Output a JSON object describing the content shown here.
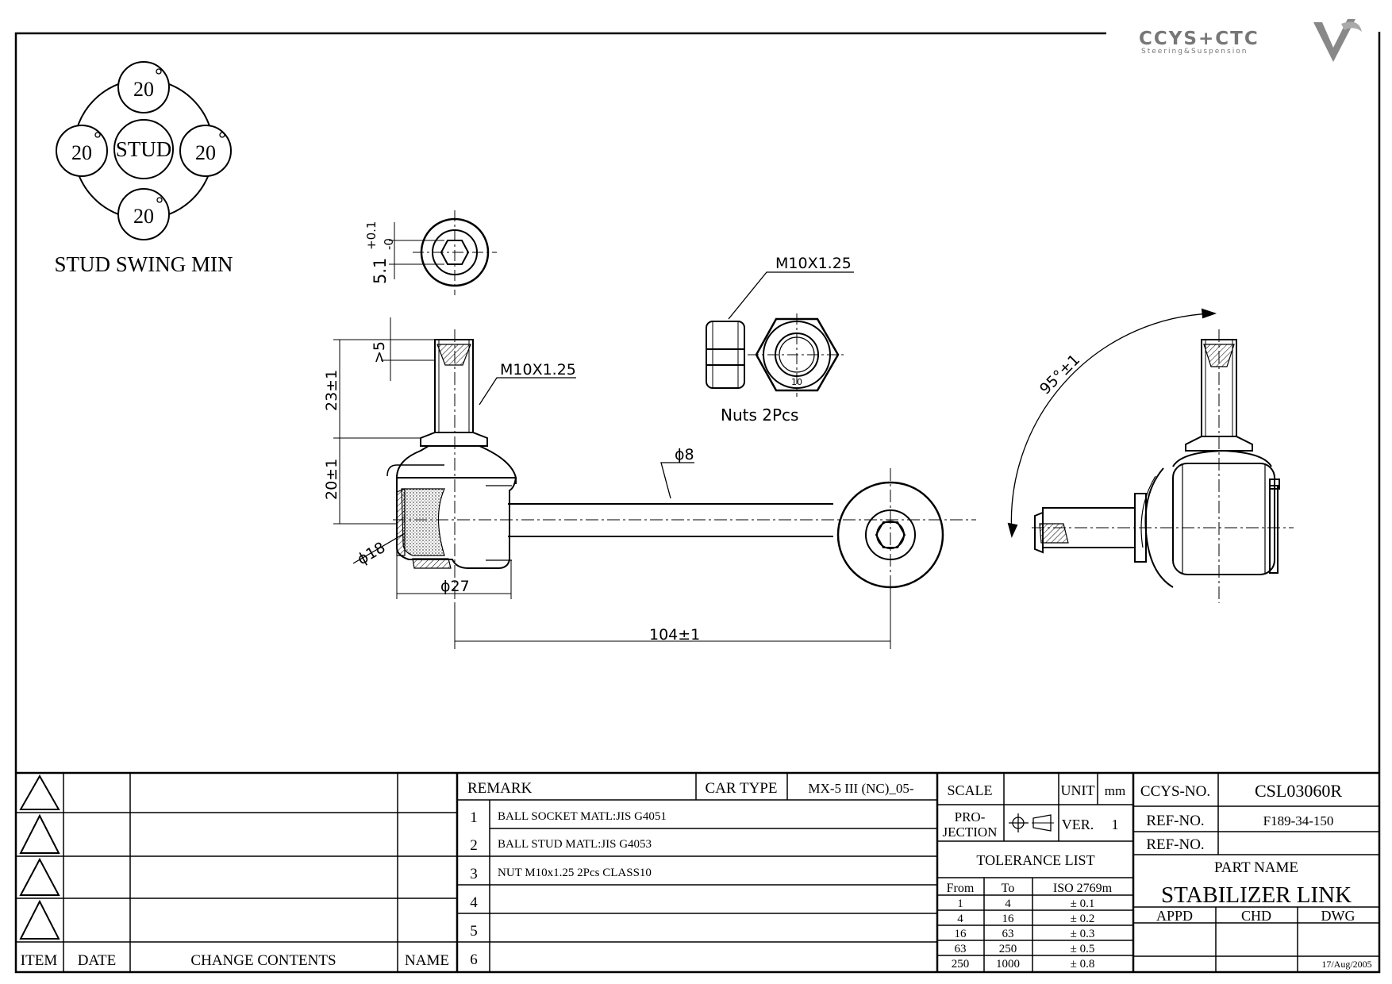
{
  "logo": {
    "brand": "CCYS+CTC",
    "tagline": "Steering&Suspension"
  },
  "swing": {
    "center": "STUD",
    "top": "20",
    "left": "20",
    "right": "20",
    "bottom": "20",
    "unit": "°",
    "title": "STUD SWING MIN"
  },
  "dims": {
    "hex_socket": "5.1",
    "hex_tol_upper": "+0.1",
    "hex_tol_lower": "-0",
    "thread_depth": ">5",
    "stud_length": "23±1",
    "body_height": "20±1",
    "ball_dia": "ϕ18",
    "socket_dia": "ϕ27",
    "rod_dia": "ϕ8",
    "length": "104±1",
    "stud_thread": "M10X1.25",
    "nut_thread": "M10X1.25",
    "nut_mark": "10",
    "nut_caption": "Nuts 2Pcs",
    "angle": "95°±1"
  },
  "revisions": {
    "headers": {
      "item": "ITEM",
      "date": "DATE",
      "contents": "CHANGE CONTENTS",
      "name": "NAME"
    }
  },
  "remarks": {
    "label": "REMARK",
    "car_type_label": "CAR TYPE",
    "car_type": "MX-5 III (NC)_05-",
    "rows": [
      {
        "no": "1",
        "text": "BALL SOCKET MATL:JIS G4051"
      },
      {
        "no": "2",
        "text": "BALL STUD MATL:JIS G4053"
      },
      {
        "no": "3",
        "text": "NUT M10x1.25 2Pcs CLASS10"
      },
      {
        "no": "4",
        "text": ""
      },
      {
        "no": "5",
        "text": ""
      },
      {
        "no": "6",
        "text": ""
      }
    ]
  },
  "spec": {
    "scale_label": "SCALE",
    "scale_value": "",
    "unit_label": "UNIT",
    "unit_value": "mm",
    "projection_label_1": "PRO-",
    "projection_label_2": "JECTION",
    "ver_label": "VER.",
    "ver_value": "1",
    "tolerance_title": "TOLERANCE LIST",
    "tol_headers": {
      "from": "From",
      "to": "To",
      "iso": "ISO 2769m"
    },
    "tolerances": [
      {
        "from": "1",
        "to": "4",
        "tol": "± 0.1"
      },
      {
        "from": "4",
        "to": "16",
        "tol": "± 0.2"
      },
      {
        "from": "16",
        "to": "63",
        "tol": "± 0.3"
      },
      {
        "from": "63",
        "to": "250",
        "tol": "± 0.5"
      },
      {
        "from": "250",
        "to": "1000",
        "tol": "± 0.8"
      }
    ]
  },
  "title_block": {
    "ccys_label": "CCYS-NO.",
    "ccys_no": "CSL03060R",
    "ref_label": "REF-NO.",
    "ref_no": "F189-34-150",
    "ref_label_2": "REF-NO.",
    "ref_no_2": "",
    "part_name_label": "PART NAME",
    "part_name": "STABILIZER LINK",
    "appd": "APPD",
    "chd": "CHD",
    "dwg": "DWG",
    "date": "17/Aug/2005"
  }
}
